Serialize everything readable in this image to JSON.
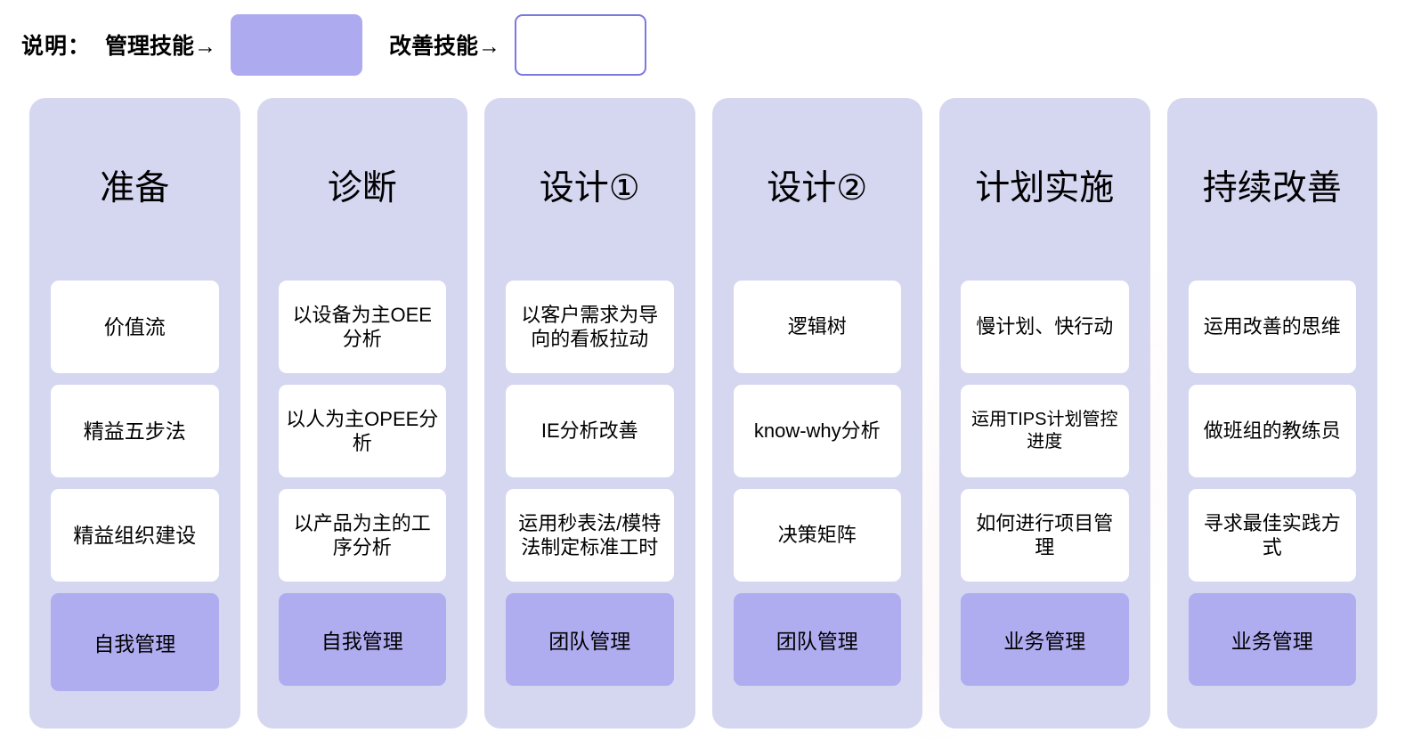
{
  "legend": {
    "title": "说明：",
    "items": [
      {
        "label": "管理技能→",
        "swatch": "filled",
        "color": "#aeaaf0"
      },
      {
        "label": "改善技能→",
        "swatch": "outline",
        "color": "#ffffff",
        "border_color": "#7b78e0"
      }
    ]
  },
  "board": {
    "column_background": "#d5d6f0",
    "card_background": "#ffffff",
    "tag_background": "#b0acf0",
    "columns": [
      {
        "header": "准备",
        "cards": [
          "价值流",
          "精益五步法",
          "精益组织建设"
        ],
        "footer": "自我管理"
      },
      {
        "header": "诊断",
        "cards": [
          "以设备为主OEE分析",
          "以人为主OPEE分析",
          "以产品为主的工序分析"
        ],
        "footer": "自我管理"
      },
      {
        "header": "设计①",
        "cards": [
          "以客户需求为导向的看板拉动",
          "IE分析改善",
          "运用秒表法/模特法制定标准工时"
        ],
        "footer": "团队管理"
      },
      {
        "header": "设计②",
        "cards": [
          "逻辑树",
          "know-why分析",
          "决策矩阵"
        ],
        "footer": "团队管理"
      },
      {
        "header": "计划实施",
        "cards": [
          "慢计划、快行动",
          "运用TIPS计划管控进度",
          "如何进行项目管理"
        ],
        "footer": "业务管理"
      },
      {
        "header": "持续改善",
        "cards": [
          "运用改善的思维",
          "做班组的教练员",
          "寻求最佳实践方式"
        ],
        "footer": "业务管理"
      }
    ]
  }
}
